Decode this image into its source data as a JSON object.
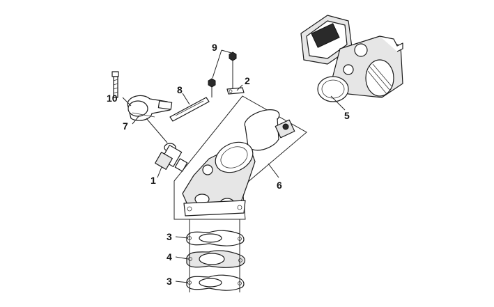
{
  "labels": {
    "l1": "1",
    "l2": "2",
    "l3a": "3",
    "l3b": "3",
    "l4": "4",
    "l5": "5",
    "l6": "6",
    "l7": "7",
    "l8": "8",
    "l9": "9",
    "l10": "10"
  }
}
